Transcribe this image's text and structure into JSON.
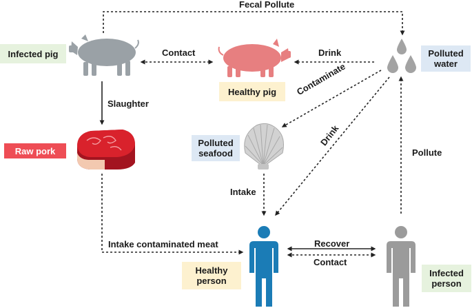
{
  "labels": {
    "fecal_pollute": "Fecal Pollute",
    "contact_pigs": "Contact",
    "drink_top": "Drink",
    "slaughter": "Slaughter",
    "contaminate": "Contaminate",
    "drink_diag": "Drink",
    "pollute": "Pollute",
    "intake": "Intake",
    "intake_meat": "Intake contaminated meat",
    "recover": "Recover",
    "contact_people": "Contact"
  },
  "nodes": {
    "infected_pig": "Infected pig",
    "healthy_pig": "Healthy pig",
    "polluted_water": [
      "Polluted",
      "water"
    ],
    "raw_pork": "Raw pork",
    "polluted_seafood": [
      "Polluted",
      "seafood"
    ],
    "healthy_person": [
      "Healthy",
      "person"
    ],
    "infected_person": [
      "Infected",
      "person"
    ]
  },
  "colors": {
    "green_box": "#e6f2de",
    "yellow_box": "#fdf1cf",
    "blue_box": "#dde8f4",
    "red_box": "#ee4d55",
    "infected_pig": "#9aa1a6",
    "healthy_pig": "#e77f80",
    "healthy_person": "#1b7cb6",
    "infected_person": "#9b9b9b",
    "water_drop": "#a3a3a3",
    "arrow": "#222222"
  },
  "icons": [
    "infected-pig-icon",
    "healthy-pig-icon",
    "water-drops-icon",
    "raw-pork-icon",
    "scallop-shell-icon",
    "healthy-person-icon",
    "infected-person-icon"
  ]
}
